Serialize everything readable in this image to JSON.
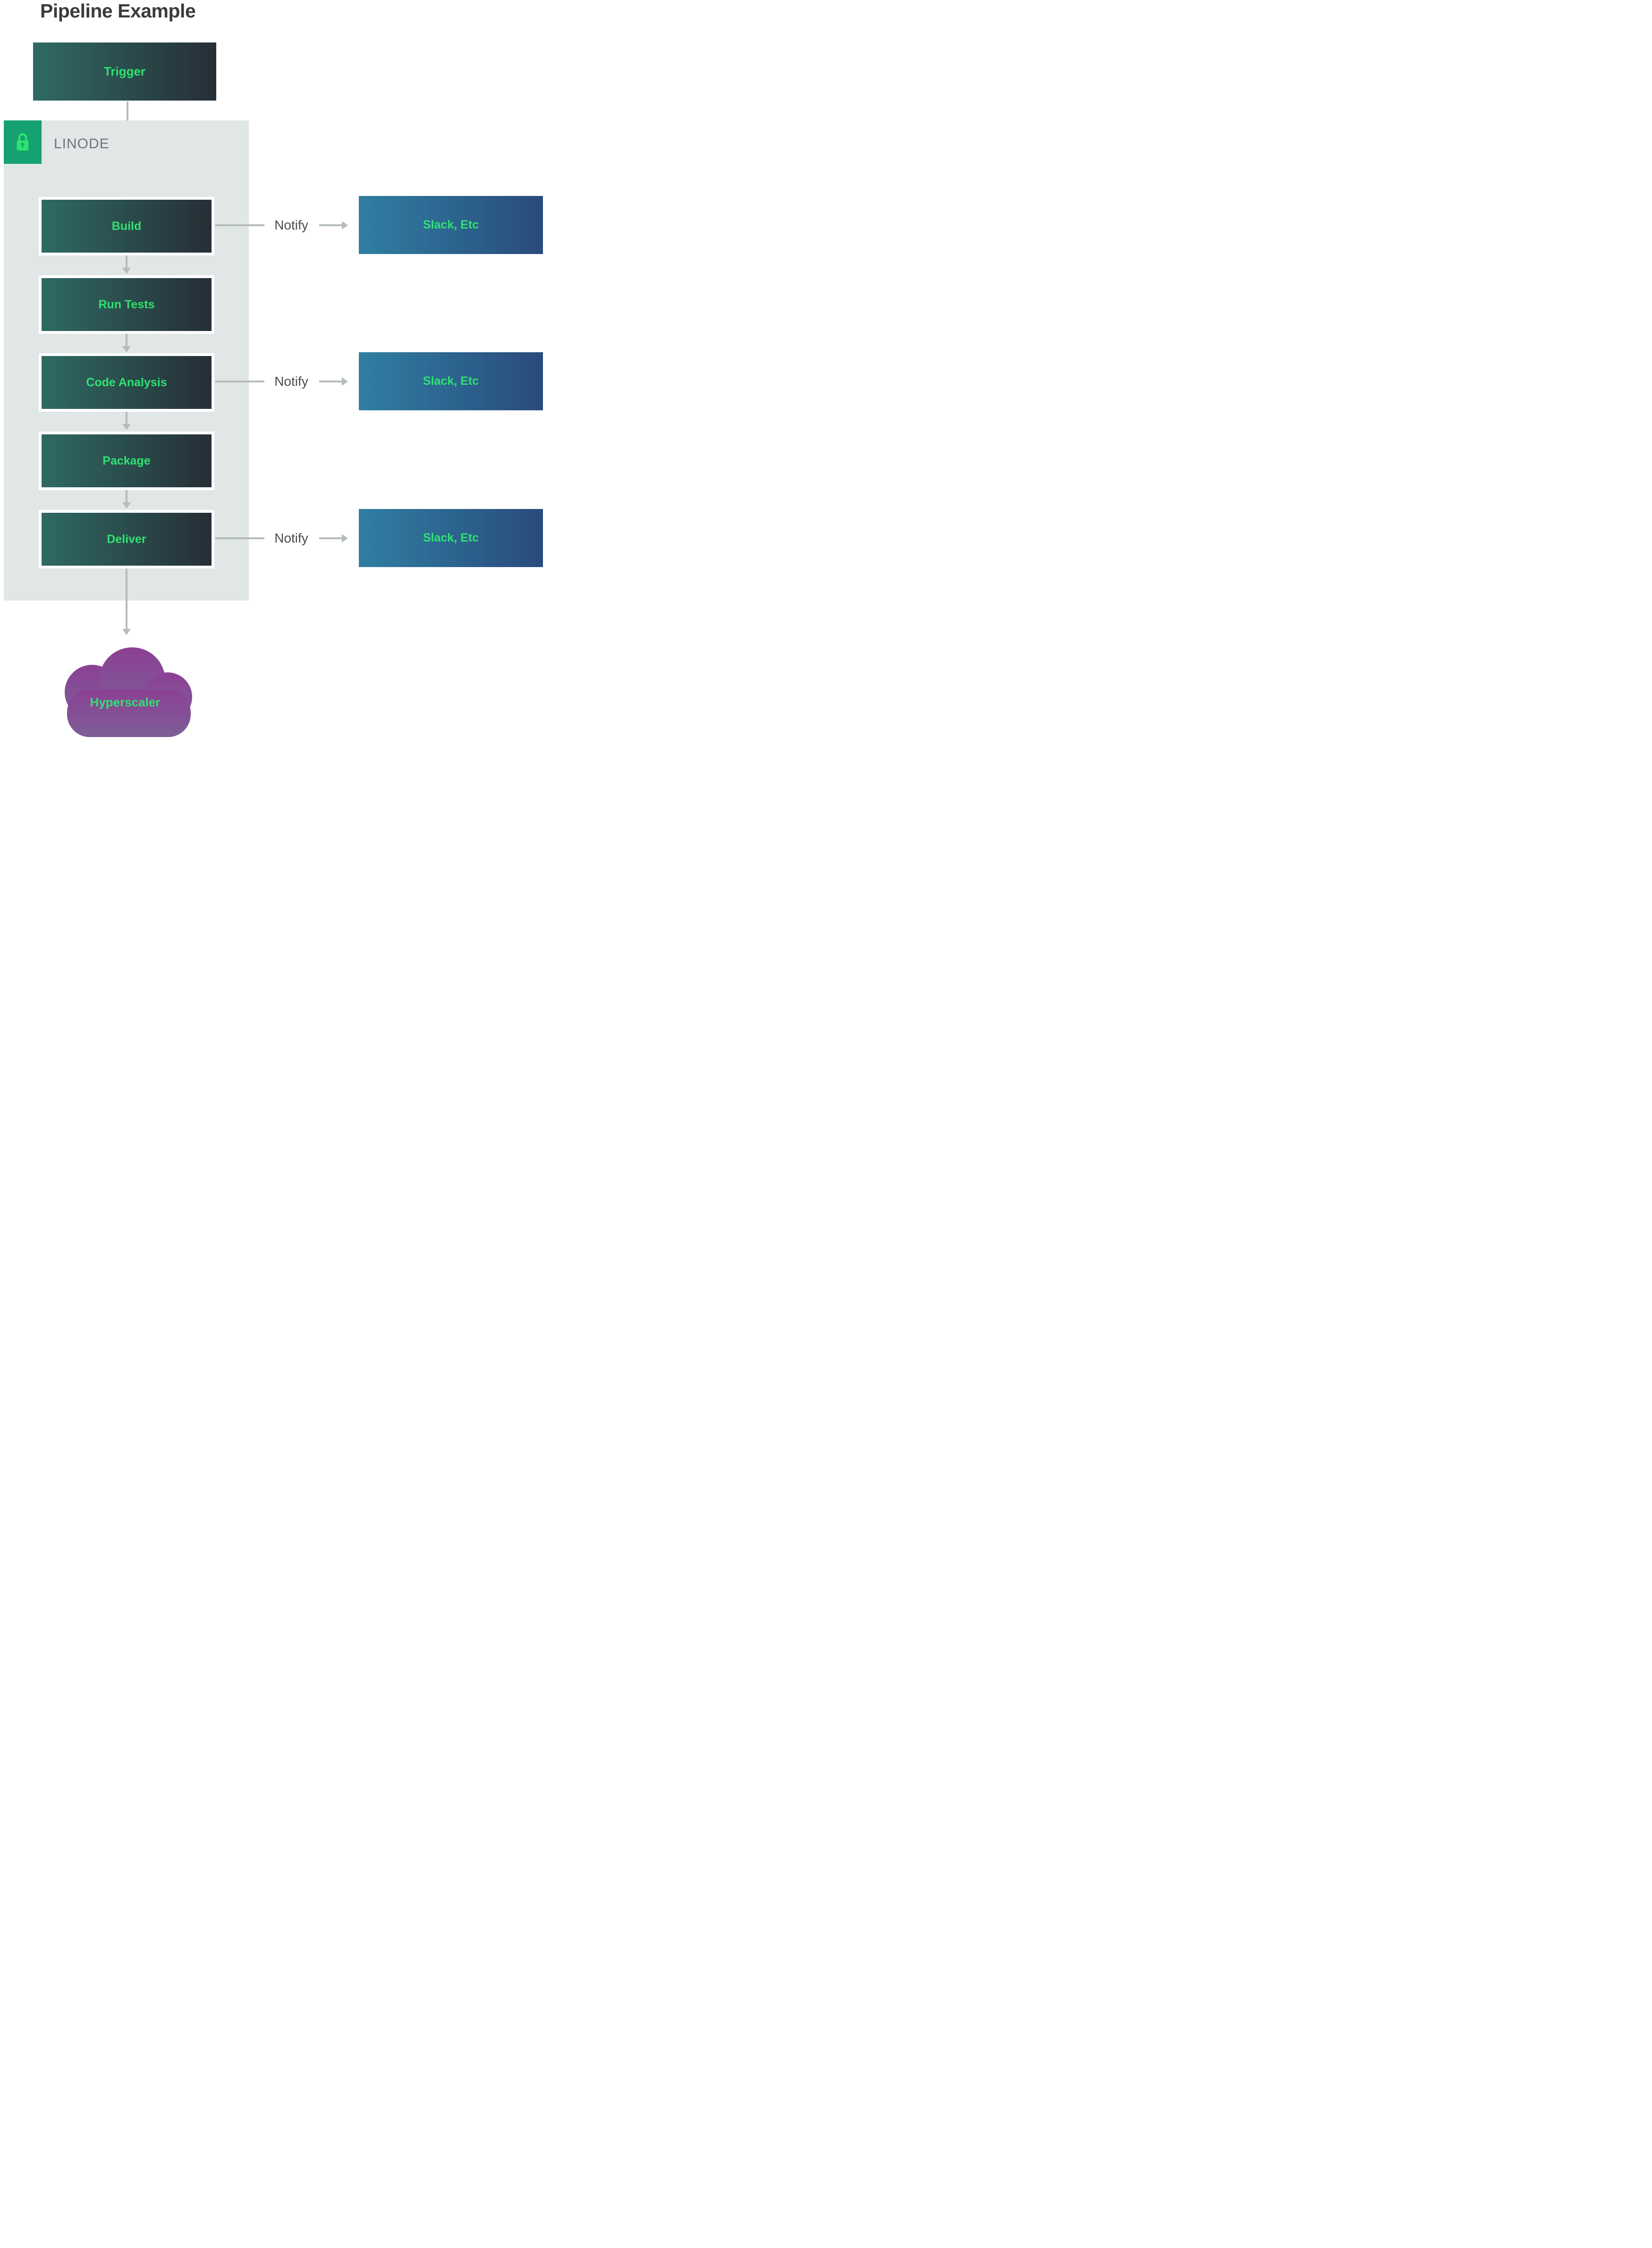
{
  "title": "Pipeline Example",
  "trigger": {
    "label": "Trigger"
  },
  "linode": {
    "label": "LINODE"
  },
  "stages": [
    {
      "label": "Build"
    },
    {
      "label": "Run Tests"
    },
    {
      "label": "Code Analysis"
    },
    {
      "label": "Package"
    },
    {
      "label": "Deliver"
    }
  ],
  "notifications": [
    {
      "notify_label": "Notify",
      "target_label": "Slack, Etc"
    },
    {
      "notify_label": "Notify",
      "target_label": "Slack, Etc"
    },
    {
      "notify_label": "Notify",
      "target_label": "Slack, Etc"
    }
  ],
  "cloud": {
    "label": "Hyperscaler"
  },
  "colors": {
    "title_text": "#3b3b3b",
    "green_text": "#2ee271",
    "stage_gradient_start": "#2f6a63",
    "stage_gradient_end": "#262e36",
    "blue_gradient_start": "#2f7fa2",
    "blue_gradient_end": "#2a4a7c",
    "container_bg": "#e1e6e6",
    "lock_bg": "#16a170",
    "arrow_gray": "#b5bcbc",
    "notify_text": "#4c4c4c",
    "linode_text": "#6e7577",
    "cloud_gradient_start": "#8c4093",
    "cloud_gradient_end": "#7c5e97",
    "stage_border": "#ffffff"
  }
}
